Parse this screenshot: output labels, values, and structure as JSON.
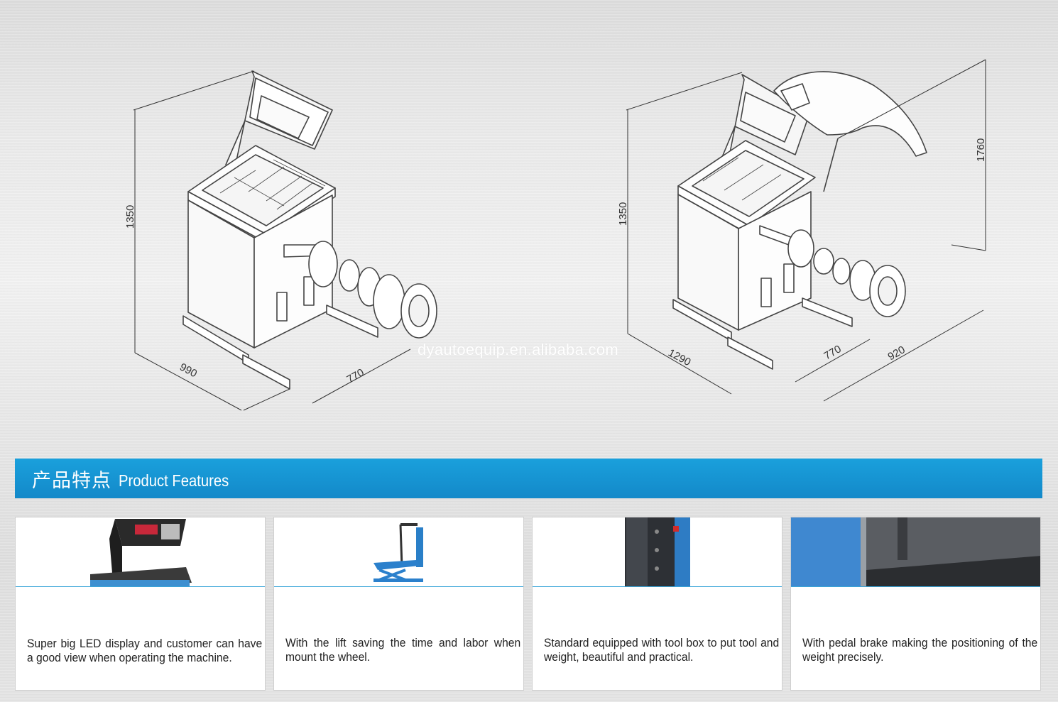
{
  "drawings": {
    "left": {
      "height_label": "1350",
      "depth_label": "990",
      "width_label": "770"
    },
    "right": {
      "height_label": "1350",
      "hood_height_label": "1760",
      "depth_label": "1290",
      "width_label": "770",
      "wheel_label": "920"
    }
  },
  "watermark": "dyautoequip.en.alibaba.com",
  "banner": {
    "title_zh": "产品特点",
    "title_en": "Product Features",
    "color": "#1a96d6"
  },
  "features": [
    {
      "icon": "led-display-icon",
      "text": "Super big LED display and customer can have a good view when operating the machine."
    },
    {
      "icon": "wheel-lift-icon",
      "text": "With the lift saving the time and labor when mount the wheel."
    },
    {
      "icon": "tool-box-icon",
      "text": "Standard equipped with tool box to put tool and weight, beautiful and practical."
    },
    {
      "icon": "pedal-brake-icon",
      "text": "With pedal brake making the positioning of the weight precisely."
    }
  ]
}
